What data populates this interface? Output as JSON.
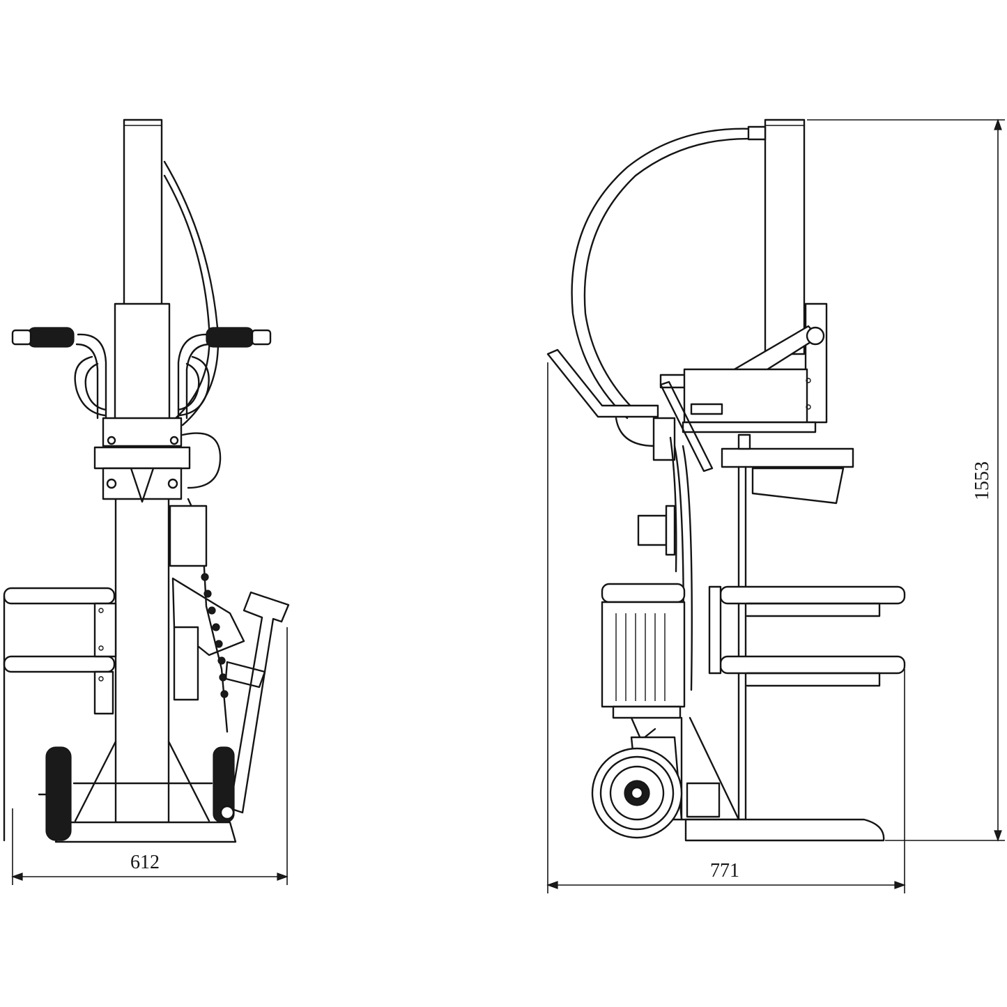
{
  "dimensions": {
    "front_width": {
      "value": "612",
      "color": "#141414"
    },
    "side_depth": {
      "value": "771",
      "color": "#141414"
    },
    "overall_height": {
      "value": "1553",
      "color": "#141414"
    }
  },
  "views": [
    "front-view",
    "side-view"
  ],
  "colors": {
    "line": "#141414",
    "background": "#ffffff"
  }
}
